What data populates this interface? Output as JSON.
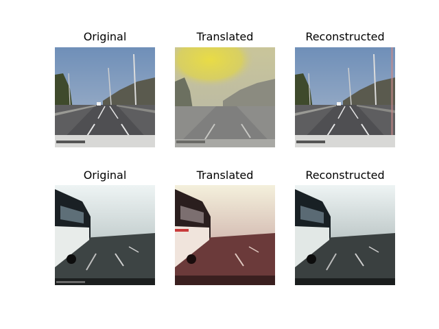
{
  "figure": {
    "rows": [
      {
        "titles": [
          "Original",
          "Translated",
          "Reconstructed"
        ],
        "images": [
          "highway-clear-original",
          "highway-yellow-haze-translated",
          "highway-clear-reconstructed"
        ]
      },
      {
        "titles": [
          "Original",
          "Translated",
          "Reconstructed"
        ],
        "images": [
          "bus-fog-original",
          "bus-fog-reddish-translated",
          "bus-fog-reconstructed"
        ]
      }
    ]
  }
}
